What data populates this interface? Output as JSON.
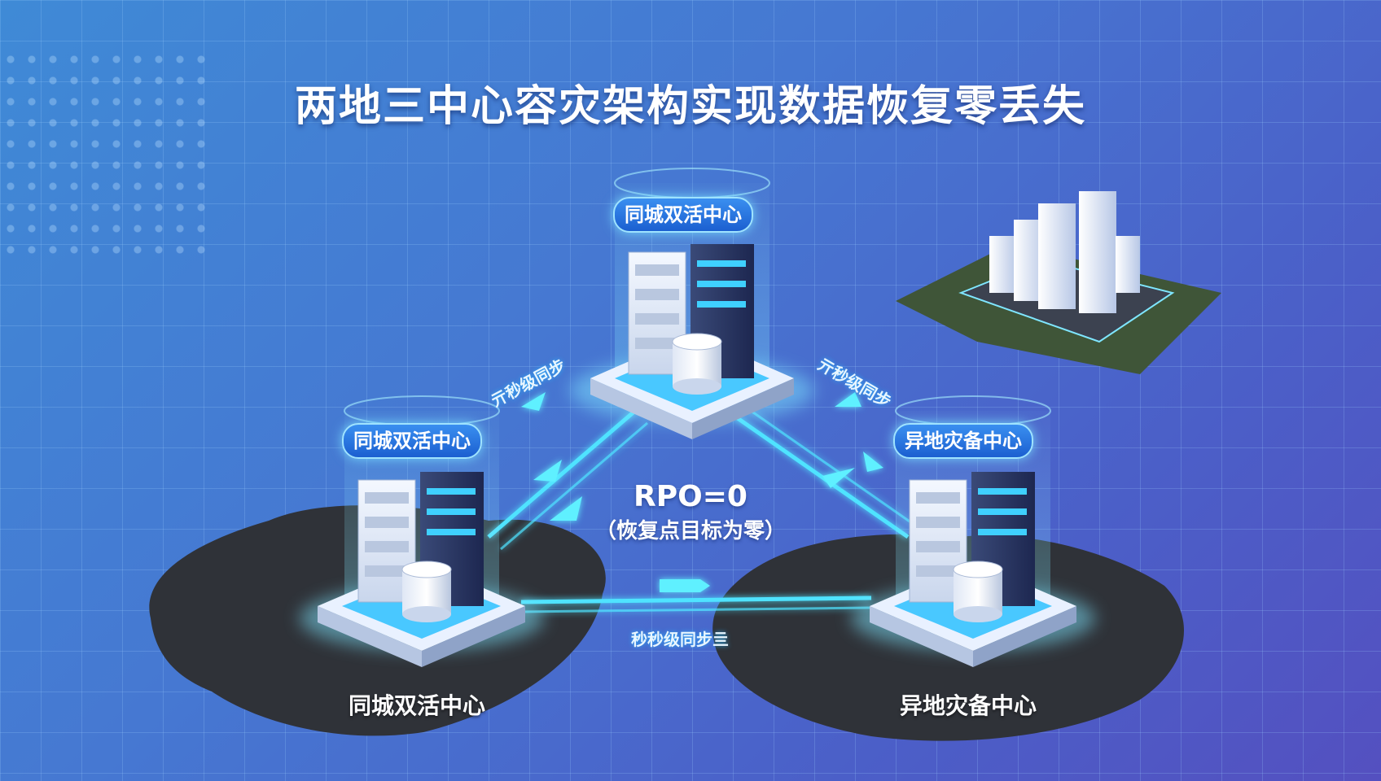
{
  "title": "两地三中心容灾架构实现数据恢复零丢失",
  "center": {
    "rpo": "RPO=0",
    "rpo_desc": "（恢复点目标为零）"
  },
  "nodes": {
    "top": {
      "badge": "同城双活中心"
    },
    "left": {
      "badge": "同城双活中心",
      "ground": "同城双活中心"
    },
    "right": {
      "badge": "异地灾备中心",
      "ground": "异地灾备中心"
    }
  },
  "links": {
    "left_top": "亓秒级同步",
    "top_right": "亓秒级同步",
    "bottom": "秒秒级同步亖"
  },
  "colors": {
    "background_start": "#3f8ad6",
    "background_end": "#5450c0",
    "link_glow": "#4fe3ff",
    "badge_fill": "#1b5fd0",
    "island": "#2f3238"
  },
  "icons": [
    "server-rack-icon",
    "database-cylinder-icon",
    "city-buildings-icon",
    "arrow-icon"
  ]
}
